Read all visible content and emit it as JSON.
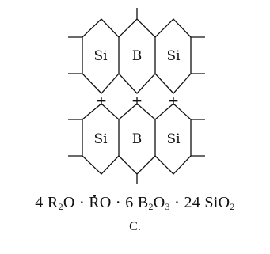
{
  "diagram": {
    "upper_row": [
      "Si",
      "B",
      "Si"
    ],
    "lower_row": [
      "Si",
      "B",
      "Si"
    ],
    "bond_sign": "+"
  },
  "formula": {
    "n1": "4",
    "t1": "R",
    "s1": "2",
    "t1b": "O",
    "sep1": "·",
    "t2": "R",
    "t2b": "O",
    "sep2": "·",
    "n3": "6",
    "t3": "B",
    "s3a": "2",
    "t3b": "O",
    "s3b": "3",
    "sep3": "·",
    "n4": "24",
    "t4": "SiO",
    "s4": "2"
  },
  "caption": "C."
}
